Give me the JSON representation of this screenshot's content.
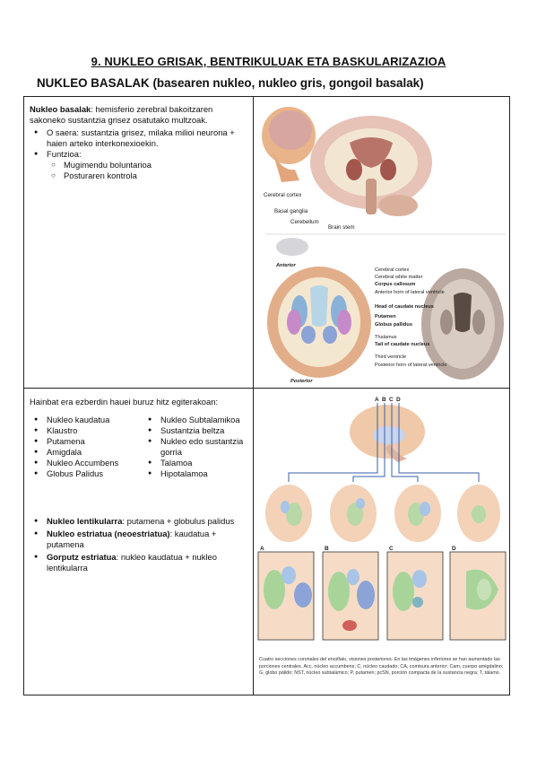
{
  "header": {
    "chapter_title": "9. NUKLEO GRISAK, BENTRIKULUAK ETA BASKULARIZAZIOA",
    "section_title": "NUKLEO BASALAK (basearen nukleo, nukleo gris, gongoil basalak)"
  },
  "row1": {
    "def_term": "Nukleo basalak",
    "def_text": ": hemisferio zerebral bakoitzaren sakoneko sustantzia grisez osatutako multzoak.",
    "bullets": [
      "O saera: sustantzia grisez, milaka milioi neurona + haien arteko interkonexioekin.",
      "Funtzioa:"
    ],
    "sub_bullets": [
      "Mugimendu boluntarioa",
      "Posturaren kontrola"
    ],
    "figure_top_labels": [
      "Cerebral cortex",
      "Basal ganglia",
      "Cerebellum",
      "Brain stem"
    ],
    "figure_bottom_labels": [
      "Anterior",
      "Posterior",
      "Cerebral cortex",
      "Cerebral white matter",
      "Corpus callosum",
      "Anterior horn of lateral ventricle",
      "Head of caudate nucleus",
      "Putamen",
      "Globus pallidus",
      "Thalamus",
      "Tail of caudate nucleus",
      "Third ventricle",
      "Posterior horn of lateral ventricle"
    ]
  },
  "row2": {
    "intro": "Hainbat era ezberdin hauei buruz hitz egiterakoan:",
    "list_left": [
      "Nukleo kaudatua",
      "Klaustro",
      "Putamena",
      "Amigdala",
      "Nukleo Accumbens",
      "Globus Palidus"
    ],
    "list_right": [
      "Nukleo Subtalamikoa",
      "Sustantzia beltza",
      "Nukleo edo sustantzia gorria",
      "Talamoa",
      "Hipotalamoa"
    ],
    "terms": [
      {
        "term": "Nukleo lentikularra",
        "text": ": putamena + globulus palidus"
      },
      {
        "term": "Nukleo estriatua (neoestriatua)",
        "text": ": kaudatua + putamena"
      },
      {
        "term": "Gorputz estriatua",
        "text": ": nukleo kaudatua + nukleo lentikularra"
      }
    ],
    "figure_top_letters": [
      "A",
      "B",
      "C",
      "D"
    ],
    "figure_panel_letters": [
      "A",
      "B",
      "C",
      "D"
    ],
    "caption": "Cuatro secciones coronales del encéfalo, visiones posteriores. En las imágenes inferiores se han aumentado las porciones centrales. Acc, núcleo accumbens; C, núcleo caudado; CA, comisura anterior; Cam, cuerpo amigdalino; G, globo pálido; NST, núcleo subtalámico; P, putamen; pcSN, porción compacta de la sustancia negra; T, tálamo."
  }
}
